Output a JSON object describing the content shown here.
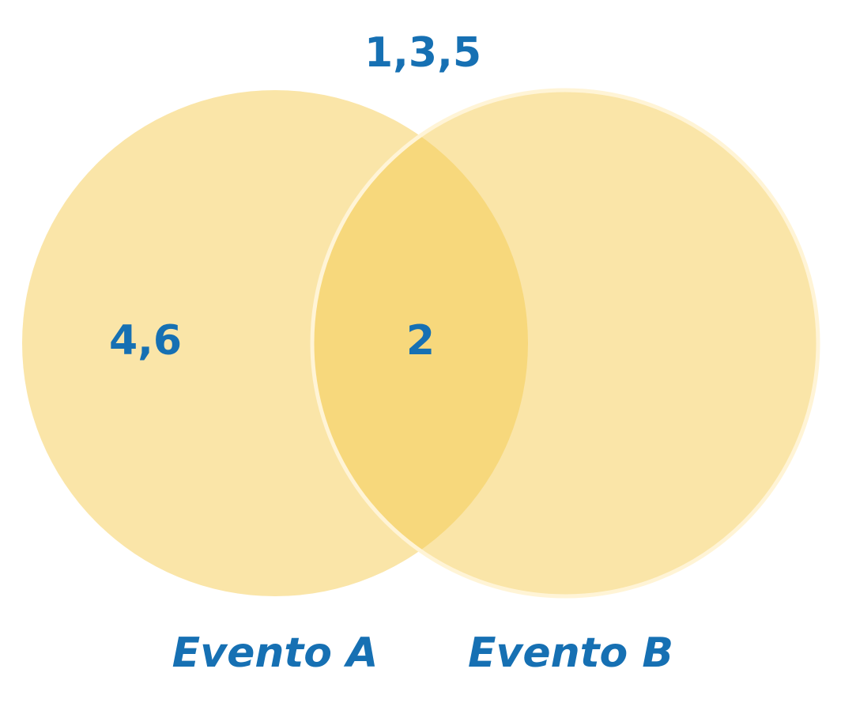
{
  "diagram": {
    "type": "venn",
    "outside_elements": "1,3,5",
    "only_a_elements": "4,6",
    "intersection_elements": "2",
    "only_b_elements": "",
    "set_a_label": "Evento A",
    "set_b_label": "Evento B"
  },
  "colors": {
    "circle_fill": "#FAE5A8",
    "overlap_fill": "#F7D87C",
    "text": "#1670B3",
    "background": "#FFFFFF"
  }
}
